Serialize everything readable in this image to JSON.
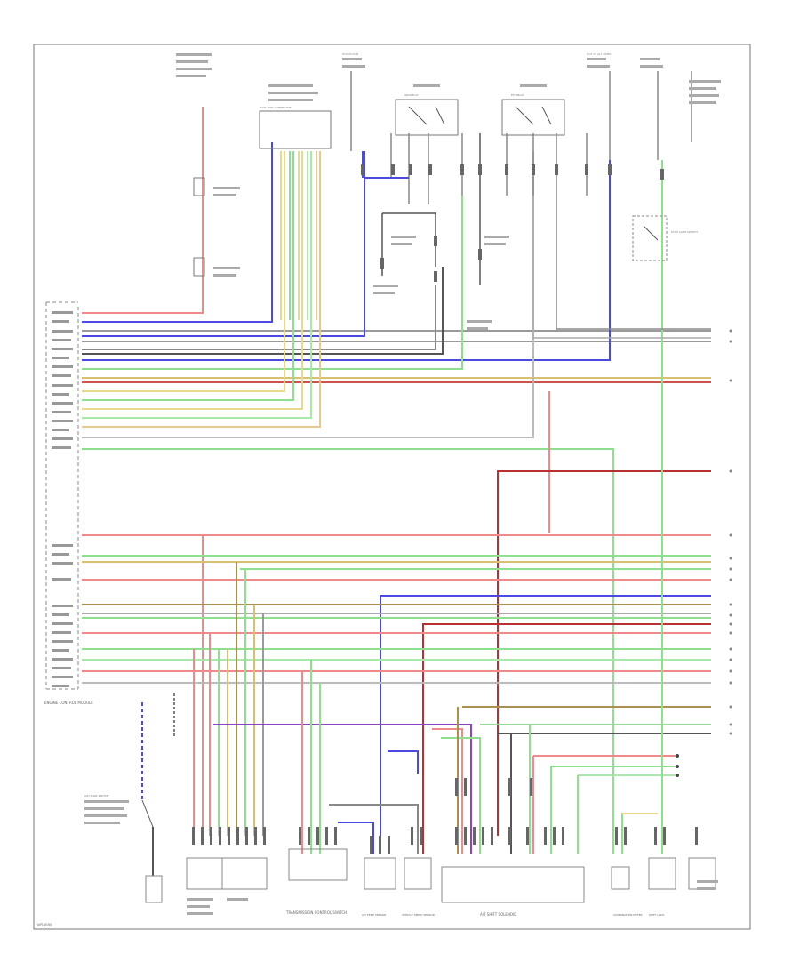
{
  "diagram": {
    "labels": {
      "ecm_name": "ENGINE CONTROL MODULE",
      "shift_solenoid": "A/T SHIFT SOLENOID",
      "transmission_control_switch": "TRANSMISSION CONTROL SWITCH",
      "tr_sensor": "A/T TEMP SENSOR",
      "vehicle_speed_sensor": "VEHICLE SPEED SENSOR",
      "shift_lock": "SHIFT LOCK",
      "stop_lamp_switch": "STOP LAMP SWITCH",
      "ign_relay": "IGN RELAY",
      "efi_relay": "EFI RELAY",
      "hot_in_run_1": "HOT IN RUN",
      "hot_in_run_2": "HOT AT ALL TIMES",
      "data_link": "DATA LINK CONNECTOR",
      "overdrive_switch": "O/D MAIN SWITCH",
      "combination_meter": "COMBINATION METER",
      "footer_code": "W50000"
    },
    "colors": {
      "red": "#f08a8a",
      "dark_red": "#b83030",
      "blue": "#4a4ae0",
      "green": "#8ee08e",
      "yellow": "#e8d890",
      "gray": "#9a9a9a",
      "dark_gray": "#555555",
      "black": "#222222"
    }
  }
}
